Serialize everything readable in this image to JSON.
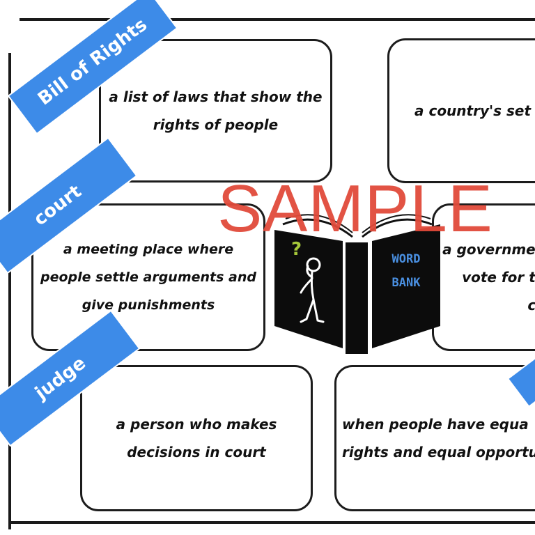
{
  "colors": {
    "tag_blue": "#3d8be8",
    "watermark_red": "#e14a3a",
    "ink": "#111111",
    "question_mark": "#a6c83a"
  },
  "tags": {
    "bill_of_rights": "Bill of Rights",
    "court": "court",
    "judge": "judge"
  },
  "cards": {
    "bill_of_rights_def": "a list of laws that show the\nrights of people",
    "constitution_def": "a country's set",
    "court_def": "a meeting place where\npeople settle arguments and\ngive punishments",
    "democracy_def": "a governmen\nvote for th\nco",
    "judge_def": "a person who makes\ndecisions in court",
    "equality_def": "when people have equa\nrights and equal opportun"
  },
  "book": {
    "label_line1": "WORD",
    "label_line2": "BANK",
    "question_mark": "?",
    "icon": "open-book-icon"
  },
  "watermark": "SAMPLE"
}
